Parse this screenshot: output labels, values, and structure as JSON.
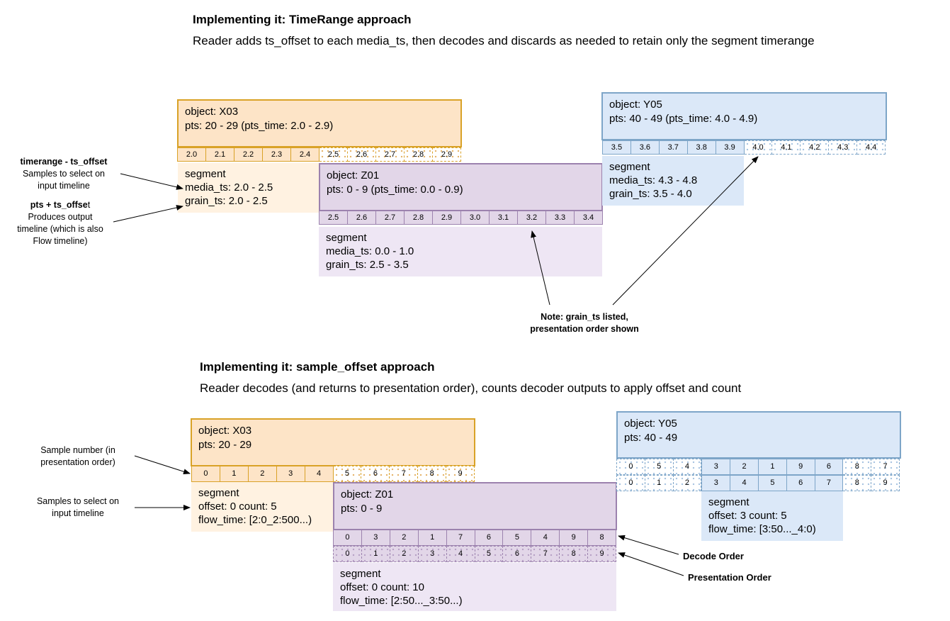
{
  "top": {
    "title": "Implementing it: TimeRange approach",
    "desc": "Reader adds ts_offset to each media_ts, then decodes and discards as needed to retain only the segment timerange",
    "x03": {
      "object": "object: X03",
      "pts": "pts: 20 - 29 (pts_time: 2.0 - 2.9)",
      "cells": [
        "2.0",
        "2.1",
        "2.2",
        "2.3",
        "2.4",
        "2.5",
        "2.6",
        "2.7",
        "2.8",
        "2.9"
      ],
      "segment": [
        "segment",
        "media_ts: 2.0 - 2.5",
        "grain_ts: 2.0 - 2.5"
      ]
    },
    "z01": {
      "object": "object: Z01",
      "pts": "pts: 0 - 9 (pts_time: 0.0 - 0.9)",
      "cells": [
        "2.5",
        "2.6",
        "2.7",
        "2.8",
        "2.9",
        "3.0",
        "3.1",
        "3.2",
        "3.3",
        "3.4"
      ],
      "segment": [
        "segment",
        "media_ts: 0.0 - 1.0",
        "grain_ts: 2.5 - 3.5"
      ]
    },
    "y05": {
      "object": "object: Y05",
      "pts": "pts: 40 - 49 (pts_time: 4.0 - 4.9)",
      "cells": [
        "3.5",
        "3.6",
        "3.7",
        "3.8",
        "3.9",
        "4.0",
        "4.1",
        "4.2",
        "4.3",
        "4.4"
      ],
      "segment": [
        "segment",
        "media_ts: 4.3 - 4.8",
        "grain_ts: 3.5 - 4.0"
      ]
    },
    "ann_timerange": {
      "bold": "timerange - ts_offset",
      "text": [
        "Samples to select on",
        "input timeline"
      ]
    },
    "ann_pts": {
      "bold": "pts + ts_offse",
      "tail": "t",
      "text": [
        "Produces output",
        "timeline (which is also",
        "Flow timeline)"
      ]
    },
    "note": [
      "Note: grain_ts listed,",
      "presentation order shown"
    ]
  },
  "bottom": {
    "title": "Implementing it: sample_offset approach",
    "desc": "Reader decodes (and returns to presentation order), counts decoder outputs to apply offset and count",
    "x03": {
      "object": "object: X03",
      "pts": "pts: 20 - 29",
      "cells": [
        "0",
        "1",
        "2",
        "3",
        "4",
        "5",
        "6",
        "7",
        "8",
        "9"
      ],
      "segment": [
        "segment",
        "offset: 0 count: 5",
        "flow_time: [2:0_2:500...)"
      ]
    },
    "z01": {
      "object": "object: Z01",
      "pts": "pts: 0 - 9",
      "decode_cells": [
        "0",
        "3",
        "2",
        "1",
        "7",
        "6",
        "5",
        "4",
        "9",
        "8"
      ],
      "present_cells": [
        "0",
        "1",
        "2",
        "3",
        "4",
        "5",
        "6",
        "7",
        "8",
        "9"
      ],
      "segment": [
        "segment",
        "offset: 0 count: 10",
        "flow_time: [2:50..._3:50...)"
      ]
    },
    "y05": {
      "object": "object: Y05",
      "pts": "pts: 40 - 49",
      "decode_cells": [
        "0",
        "5",
        "4",
        "3",
        "2",
        "1",
        "9",
        "6",
        "8",
        "7"
      ],
      "present_cells": [
        "0",
        "1",
        "2",
        "3",
        "4",
        "5",
        "6",
        "7",
        "8",
        "9"
      ],
      "segment": [
        "segment",
        "offset: 3 count: 5",
        "flow_time: [3:50..._4:0)"
      ]
    },
    "ann_sample_number": [
      "Sample number (in",
      "presentation order)"
    ],
    "ann_samples_select": [
      "Samples to select on",
      "input timeline"
    ],
    "decode_order": "Decode Order",
    "presentation_order": "Presentation Order"
  },
  "colors": {
    "orange_fill": "#fde4c7",
    "orange_border": "#d9a227",
    "purple_fill": "#e2d6e8",
    "purple_border": "#9c82ae",
    "blue_fill": "#dbe8f8",
    "blue_border": "#7da5c8",
    "segment_orange": "#fff2e1",
    "segment_purple": "#eee6f4"
  }
}
